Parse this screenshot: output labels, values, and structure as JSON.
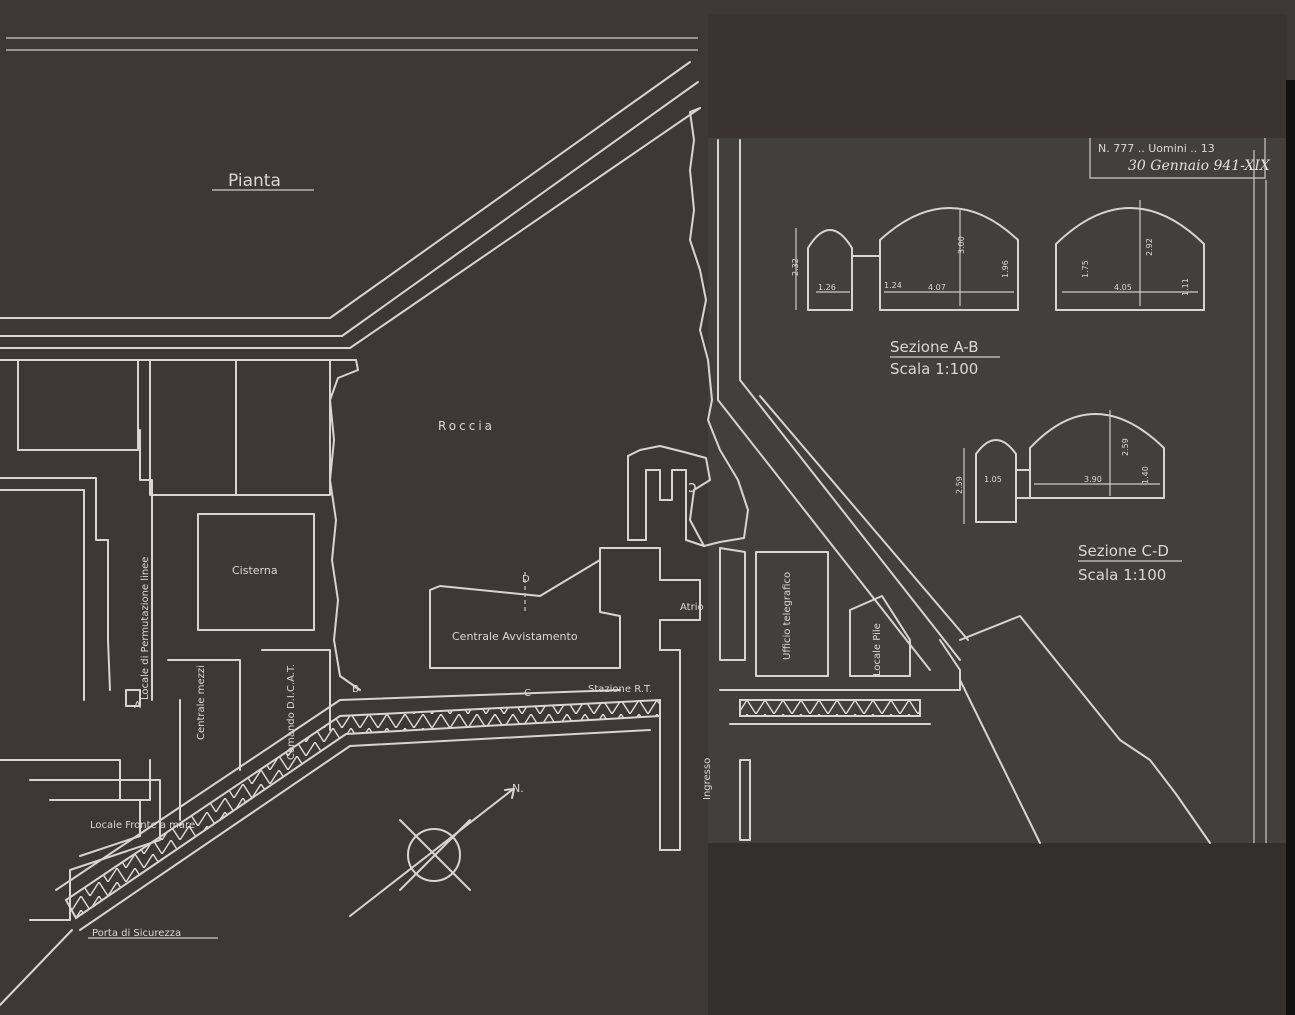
{
  "drawing": {
    "title_plan": "Pianta",
    "stamp_top": "N. 777 .. Uomini .. 13",
    "stamp_date": "30 Gennaio 941-XIX",
    "rooms": {
      "roccia": "Roccia",
      "cisterna": "Cisterna",
      "centrale_avvistamento": "Centrale  Avvistamento",
      "atrio": "Atrio",
      "ufficio_telegrafico": "Ufficio telegrafico",
      "locale_pile": "Locale Pile",
      "stazione_rt": "Stazione R.T.",
      "locale_permutazione": "Locale di Permutazione linee",
      "centrale_mezzi": "Centrale mezzi",
      "comando_dicat": "Comando D.I.C.A.T.",
      "locale_fronte_mare": "Locale Fronte a mare",
      "porta_sicurezza": "Porta di Sicurezza",
      "ingresso": "Ingresso"
    },
    "section_marks": {
      "a": "A",
      "b": "B",
      "c": "C",
      "d": "D",
      "north": "N."
    },
    "section_ab": {
      "title": "Sezione A-B",
      "scale": "Scala 1:100",
      "dims": [
        "2.32",
        "1.26",
        "1.24",
        "4.07",
        "1.96",
        "3.00",
        "1.75",
        "4.05",
        "2.92",
        "1.11"
      ]
    },
    "section_cd": {
      "title": "Sezione C-D",
      "scale": "Scala 1:100",
      "dims": [
        "2.59",
        "1.05",
        "3.90",
        "2.59",
        "1.40"
      ]
    }
  }
}
